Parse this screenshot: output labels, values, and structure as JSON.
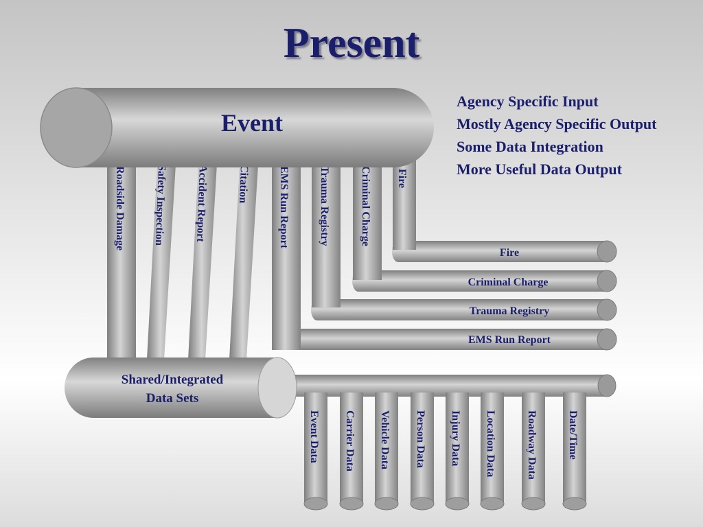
{
  "title": "Present",
  "event_label": "Event",
  "notes": [
    "Agency Specific Input",
    "Mostly Agency Specific Output",
    "Some Data Integration",
    "More Useful Data Output"
  ],
  "input_pipes": [
    "Roadside Damage",
    "Safety Inspection",
    "Accident Report",
    "Citation",
    "EMS Run Report",
    "Trauma Registry",
    "Criminal Charge",
    "Fire"
  ],
  "output_pipes": [
    "Fire",
    "Criminal Charge",
    "Trauma Registry",
    "EMS Run Report"
  ],
  "shared_label": [
    "Shared/Integrated",
    "Data Sets"
  ],
  "data_set_pipes": [
    "Event Data",
    "Carrier Data",
    "Vehicle Data",
    "Person Data",
    "Injury Data",
    "Location Data",
    "Roadway Data",
    "Date/Time"
  ],
  "colors": {
    "text": "#1b1f6b",
    "pipe_dark": "#8a8a8a",
    "pipe_light": "#d8d8d8"
  }
}
